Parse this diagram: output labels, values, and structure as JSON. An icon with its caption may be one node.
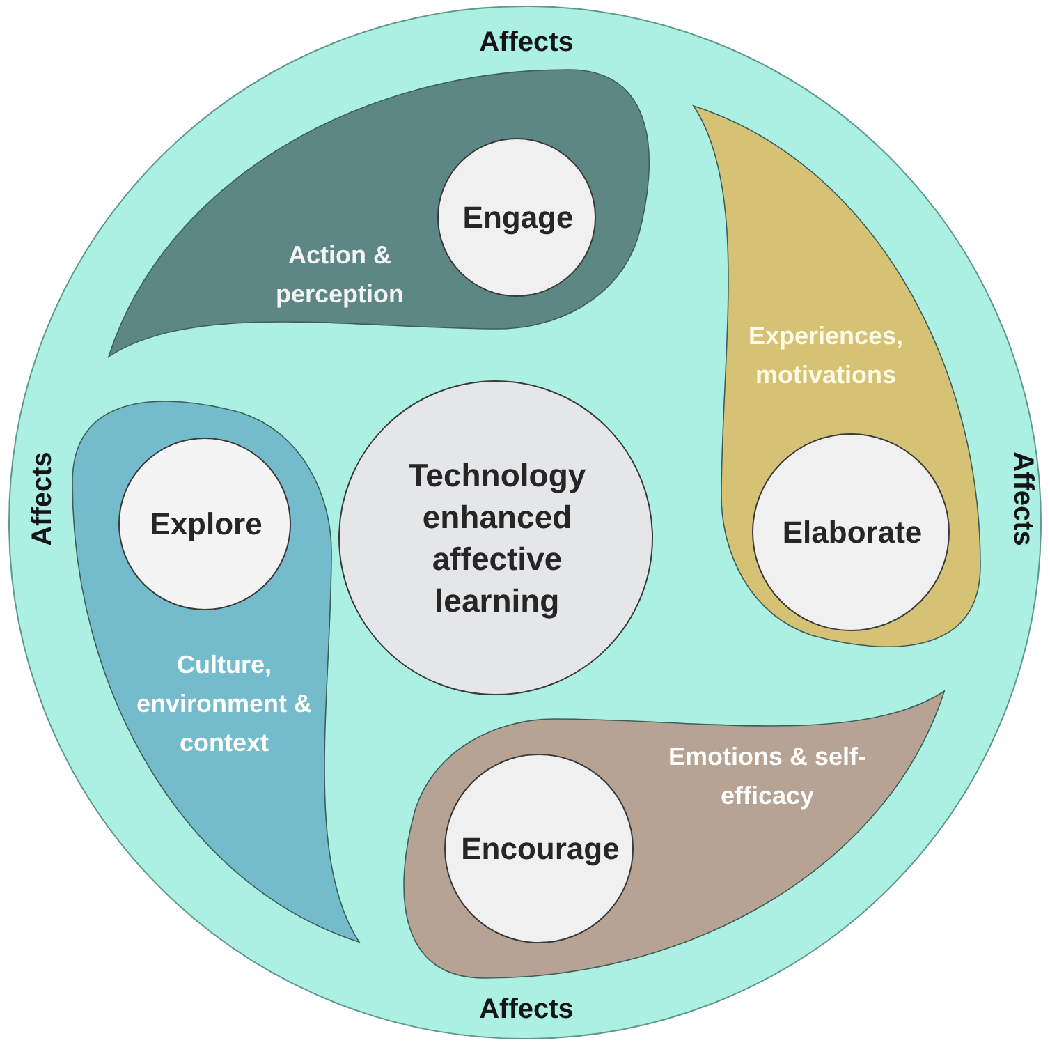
{
  "diagram": {
    "nodes": [
      {
        "text": [],
        "shape": "circle"
      },
      {
        "text": [
          "Action & perception"
        ],
        "in": 0
      },
      {
        "text": [
          "Engage"
        ],
        "in": 1
      },
      {
        "text": [
          "Experiences, motivations"
        ],
        "in": 0
      },
      {
        "text": [
          "Elaborate"
        ],
        "in": 3
      },
      {
        "text": [
          "Culture, environment & context"
        ],
        "in": 0
      },
      {
        "text": [
          "Explore"
        ],
        "in": 5
      },
      {
        "text": [
          "Technology enhanced affective learning"
        ],
        "in": 0
      },
      {
        "text": [
          "Emotions & self-efficacy"
        ],
        "in": 0
      },
      {
        "text": [
          "Encourage"
        ],
        "in": 8
      }
    ],
    "labels": [
      "Affects",
      "Affects",
      "Affects",
      "Affects"
    ]
  }
}
